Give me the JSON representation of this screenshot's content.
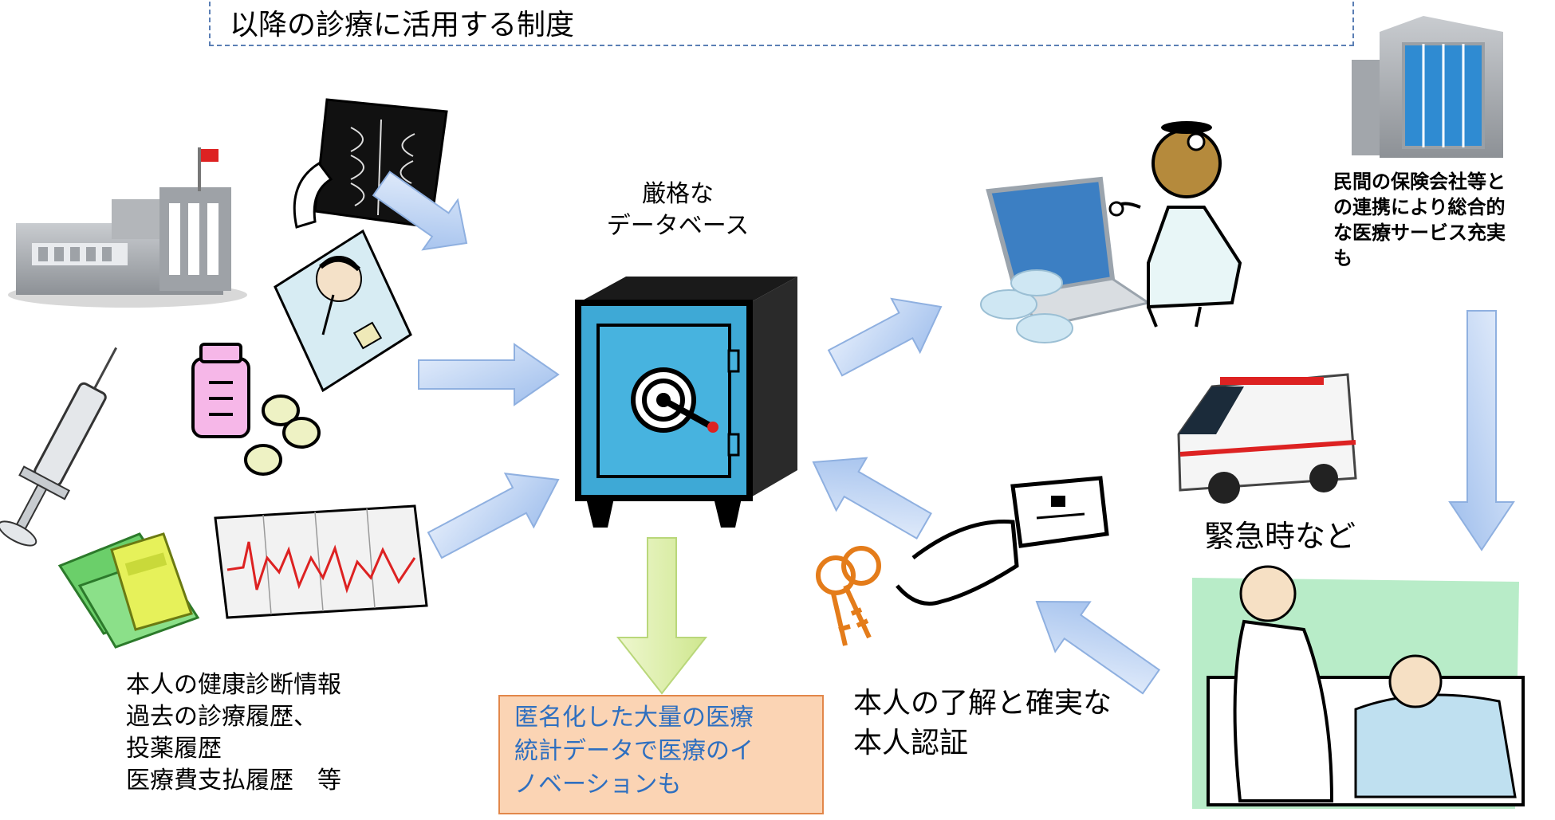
{
  "title": "以降の診療に活用する制度",
  "labels": {
    "database": "厳格な\nデータベース",
    "personal_info": "本人の健康診断情報\n過去の診療履歴、\n投薬履歴\n医療費支払履歴　等",
    "anonymized": "匿名化した大量の医療\n統計データで医療のイ\nノベーションも",
    "consent_auth": "本人の了解と確実な\n本人認証",
    "emergency": "緊急時など",
    "insurance": "民間の保険会社等と\nの連携により総合的\nな医療サービス充実\nも"
  },
  "icons": [
    "hospital-icon",
    "xray-icon",
    "patient-bed-icon",
    "medicine-icon",
    "syringe-icon",
    "chart-map-icon",
    "money-calculator-icon",
    "safe-icon",
    "laptop-icon",
    "doctor-icon",
    "office-building-icon",
    "ambulance-icon",
    "keys-icon",
    "card-hand-icon",
    "nurse-patient-icon"
  ],
  "colors": {
    "arrow_blue": "#a8c4ee",
    "arrow_green": "#d7ec9a",
    "safe_blue": "#3ea9d6",
    "anon_fill": "#fbd4b4",
    "anon_text": "#2e6fc0"
  }
}
